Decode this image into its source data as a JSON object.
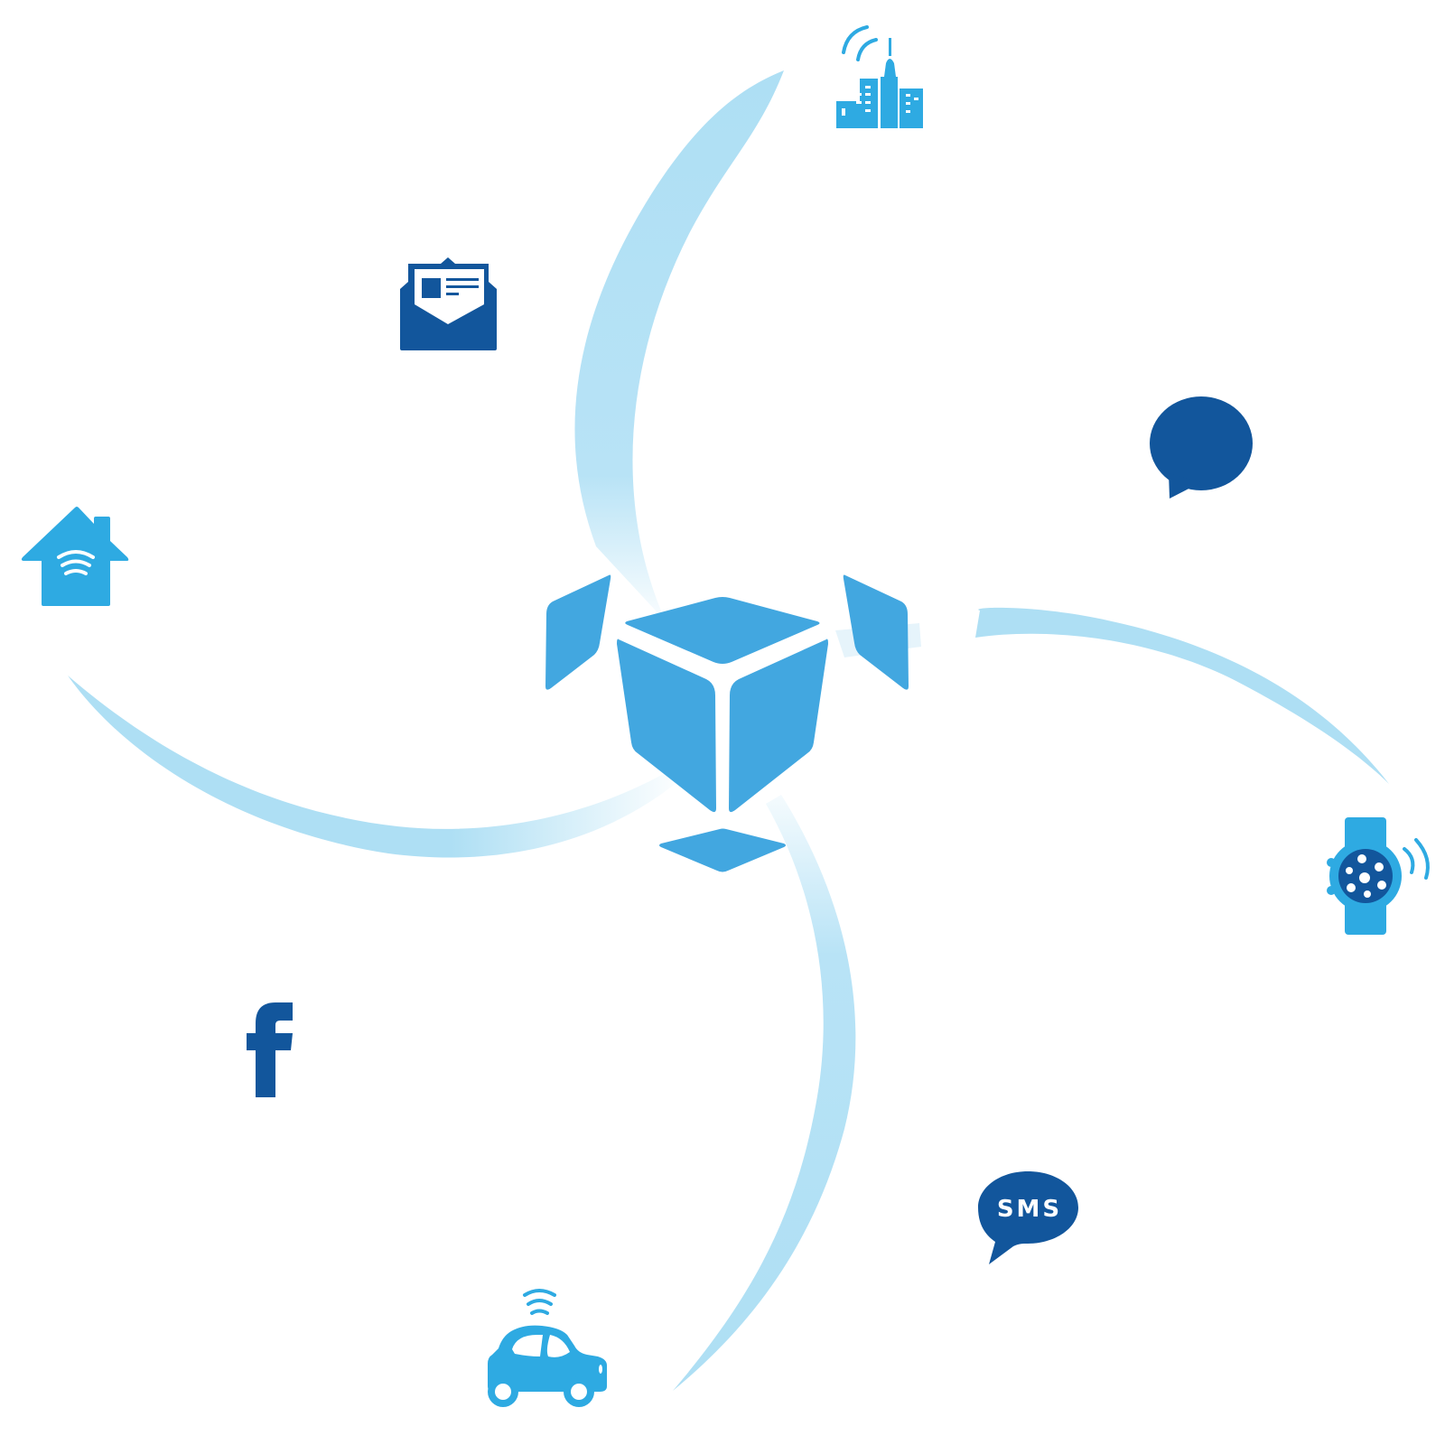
{
  "diagram": {
    "hub": {
      "icon": "open-box-icon"
    },
    "arcs": [
      "arc-north",
      "arc-west",
      "arc-south",
      "arc-east"
    ],
    "nodes": [
      {
        "name": "smart-city",
        "icon": "smart-city-icon"
      },
      {
        "name": "newsletter",
        "icon": "newsletter-envelope-icon"
      },
      {
        "name": "chat",
        "icon": "chat-bubble-icon"
      },
      {
        "name": "smart-home",
        "icon": "smart-home-icon"
      },
      {
        "name": "smartwatch",
        "icon": "smartwatch-icon"
      },
      {
        "name": "facebook",
        "icon": "facebook-icon"
      },
      {
        "name": "sms",
        "icon": "sms-bubble-icon",
        "label": "SMS"
      },
      {
        "name": "connected-car",
        "icon": "connected-car-icon"
      }
    ]
  },
  "colors": {
    "hub": "#42a7e0",
    "icon_light": "#2eaae2",
    "icon_dark": "#12569c",
    "arc": "#aedff4",
    "arc_fade": "#ffffff"
  }
}
